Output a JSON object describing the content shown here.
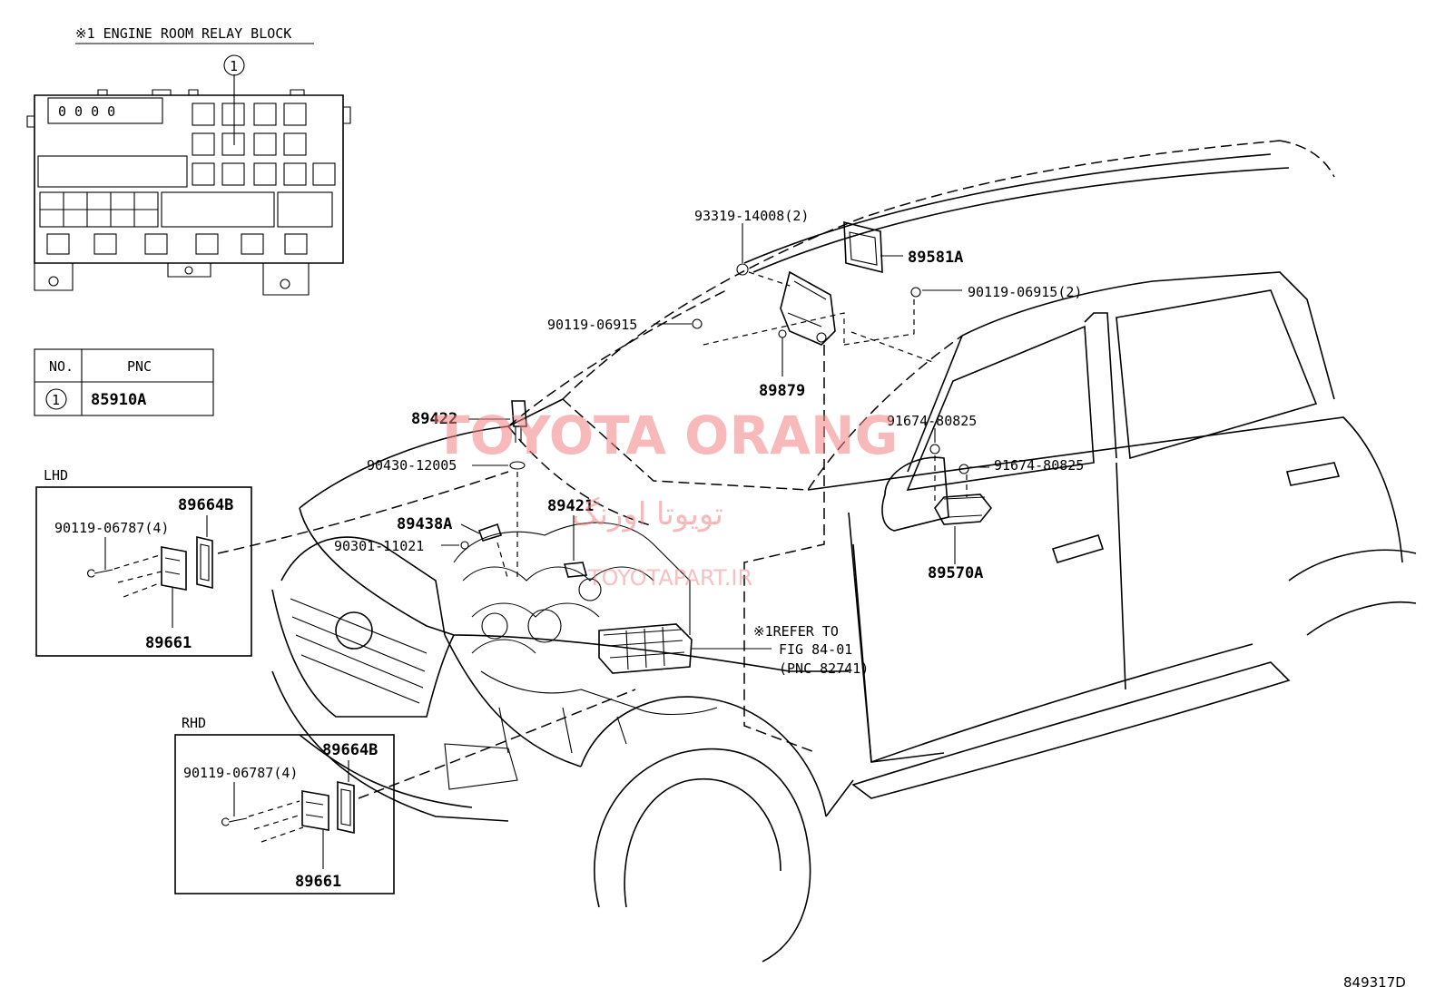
{
  "relay_block": {
    "title": "※1 ENGINE ROOM RELAY BLOCK",
    "callout": "1",
    "fuse_digits": "0 0 0 0"
  },
  "pnc_table": {
    "col_no": "NO.",
    "col_pnc": "PNC",
    "row_no": "1",
    "row_pnc": "85910A"
  },
  "lhd": {
    "title": "LHD",
    "bolt": "90119-06787(4)",
    "cover": "89664B",
    "ecu": "89661"
  },
  "rhd": {
    "title": "RHD",
    "bolt": "90119-06787(4)",
    "cover": "89664B",
    "ecu": "89661"
  },
  "parts": {
    "p93319": "93319-14008(2)",
    "p89581A": "89581A",
    "p90119a": "90119-06915(2)",
    "p90119b": "90119-06915",
    "p89879": "89879",
    "p91674a": "91674-80825",
    "p91674b": "91674-80825",
    "p89570A": "89570A",
    "p89422": "89422",
    "p90430": "90430-12005",
    "p89421": "89421",
    "p89438A": "89438A",
    "p90301": "90301-11021"
  },
  "refer": {
    "line1": "※1REFER TO",
    "line2": "FIG 84-01",
    "line3": "(PNC 82741)"
  },
  "watermark": {
    "main": "TOYOTA ORANG",
    "persian": "تویوتا اورنگ",
    "url": "TOYOTAPART.IR"
  },
  "figure_id": "849317D"
}
